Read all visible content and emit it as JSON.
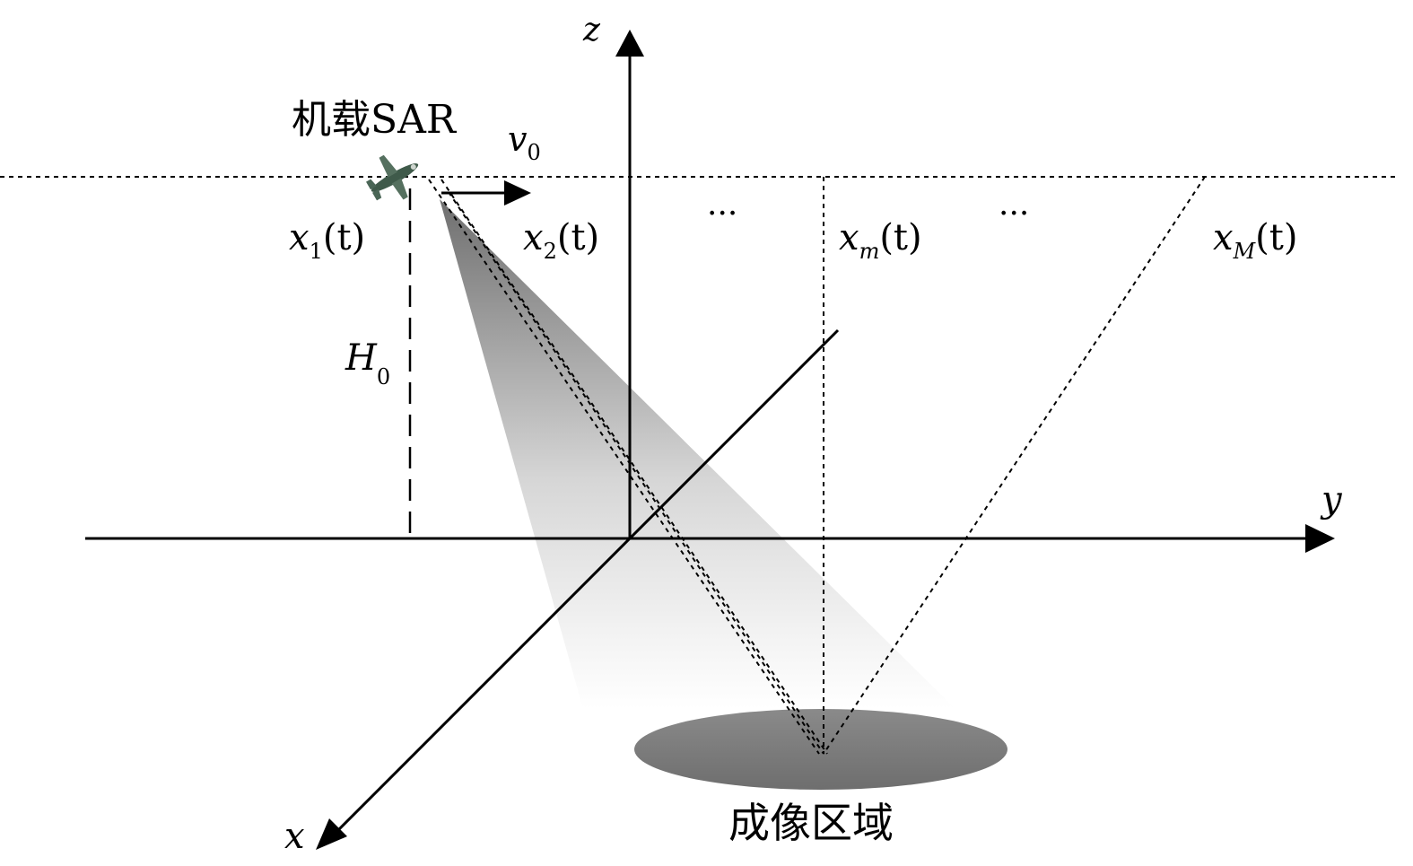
{
  "diagram": {
    "axes": {
      "x": "x",
      "y": "y",
      "z": "z"
    },
    "platform_label": "机载SAR",
    "velocity_label": {
      "base": "v",
      "sub": "0"
    },
    "height_label": {
      "base": "H",
      "sub": "0"
    },
    "positions": [
      {
        "base": "x",
        "sub": "1",
        "tail": "(t)"
      },
      {
        "base": "x",
        "sub": "2",
        "tail": "(t)"
      },
      {
        "base": "x",
        "sub": "m",
        "tail": "(t)"
      },
      {
        "base": "x",
        "sub": "M",
        "tail": "(t)"
      }
    ],
    "ellipsis": "···",
    "target_area_label": "成像区域",
    "colors": {
      "beam_top": "#6f6f6f",
      "beam_bottom": "#ffffff",
      "target_area_top": "#8a8a8a",
      "target_area_bottom": "#6e6e6e",
      "plane": "#3f5a4a"
    },
    "icons": [
      "airplane-icon"
    ]
  }
}
